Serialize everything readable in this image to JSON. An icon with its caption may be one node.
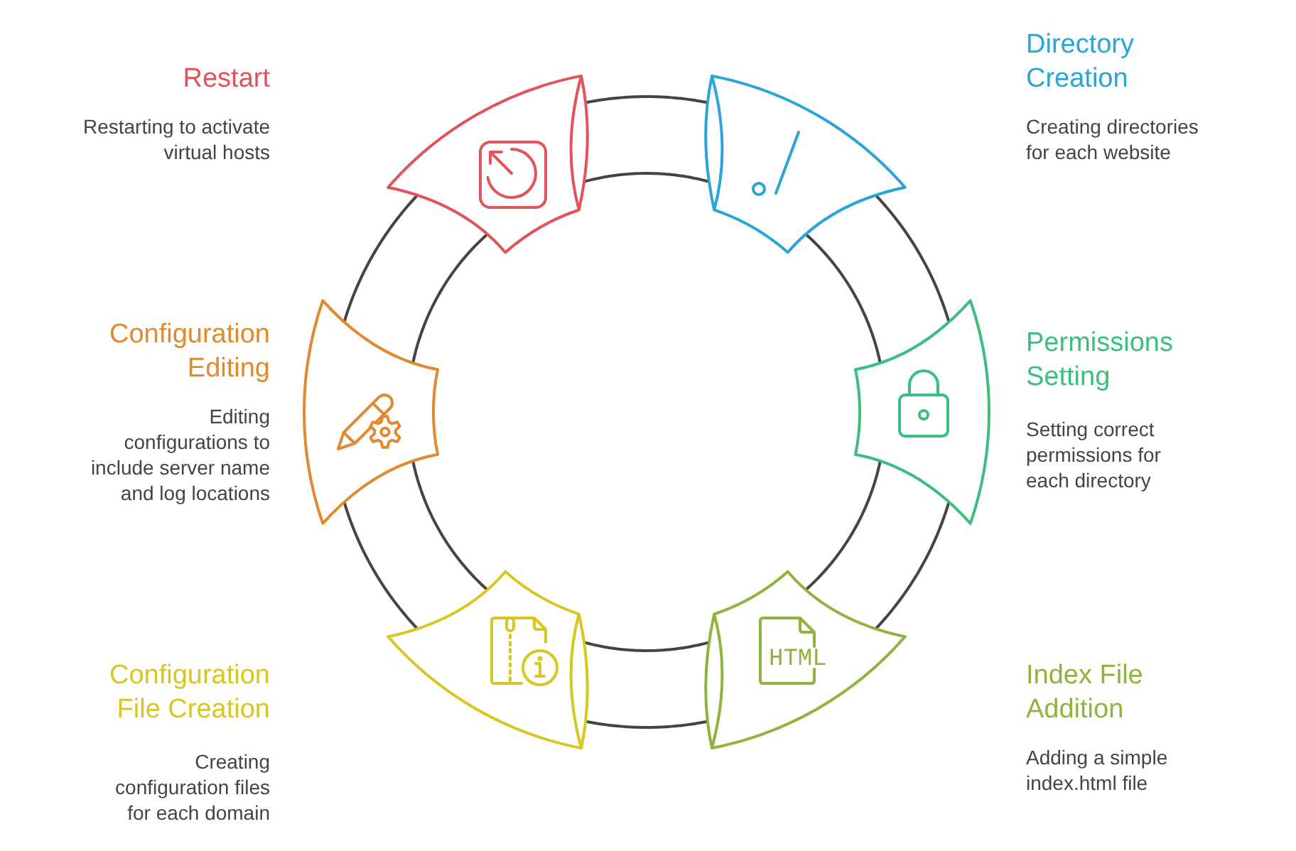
{
  "diagram": {
    "nodes": [
      {
        "text": [],
        "shape": "arc",
        "beside": [
          "Directory Creation",
          "Creating directories for each website"
        ]
      },
      {
        "text": [],
        "shape": "arc",
        "beside": [
          "Permissions Setting",
          "Setting correct permissions for each directory"
        ]
      },
      {
        "text": [],
        "shape": "arc",
        "beside": [
          "Index File Addition",
          "Adding a simple index.html file"
        ]
      },
      {
        "text": [],
        "shape": "arc",
        "beside": [
          "Configuration File Creation",
          "Creating configuration files for each domain"
        ]
      },
      {
        "text": [],
        "shape": "arc",
        "beside": [
          "Configuration Editing",
          "Editing configurations to include server name and log locations"
        ]
      },
      {
        "text": [],
        "shape": "arc",
        "beside": [
          "Restart",
          "Restarting to activate virtual hosts"
        ]
      }
    ],
    "edges": [
      {
        "from": 0,
        "to": 1,
        "arrow": "none"
      },
      {
        "from": 1,
        "to": 2,
        "arrow": "none"
      },
      {
        "from": 2,
        "to": 3,
        "arrow": "none"
      },
      {
        "from": 3,
        "to": 4,
        "arrow": "none"
      },
      {
        "from": 4,
        "to": 5,
        "arrow": "none"
      },
      {
        "from": 5,
        "to": 0,
        "arrow": "none"
      }
    ],
    "labels": [
      "HTML"
    ]
  }
}
